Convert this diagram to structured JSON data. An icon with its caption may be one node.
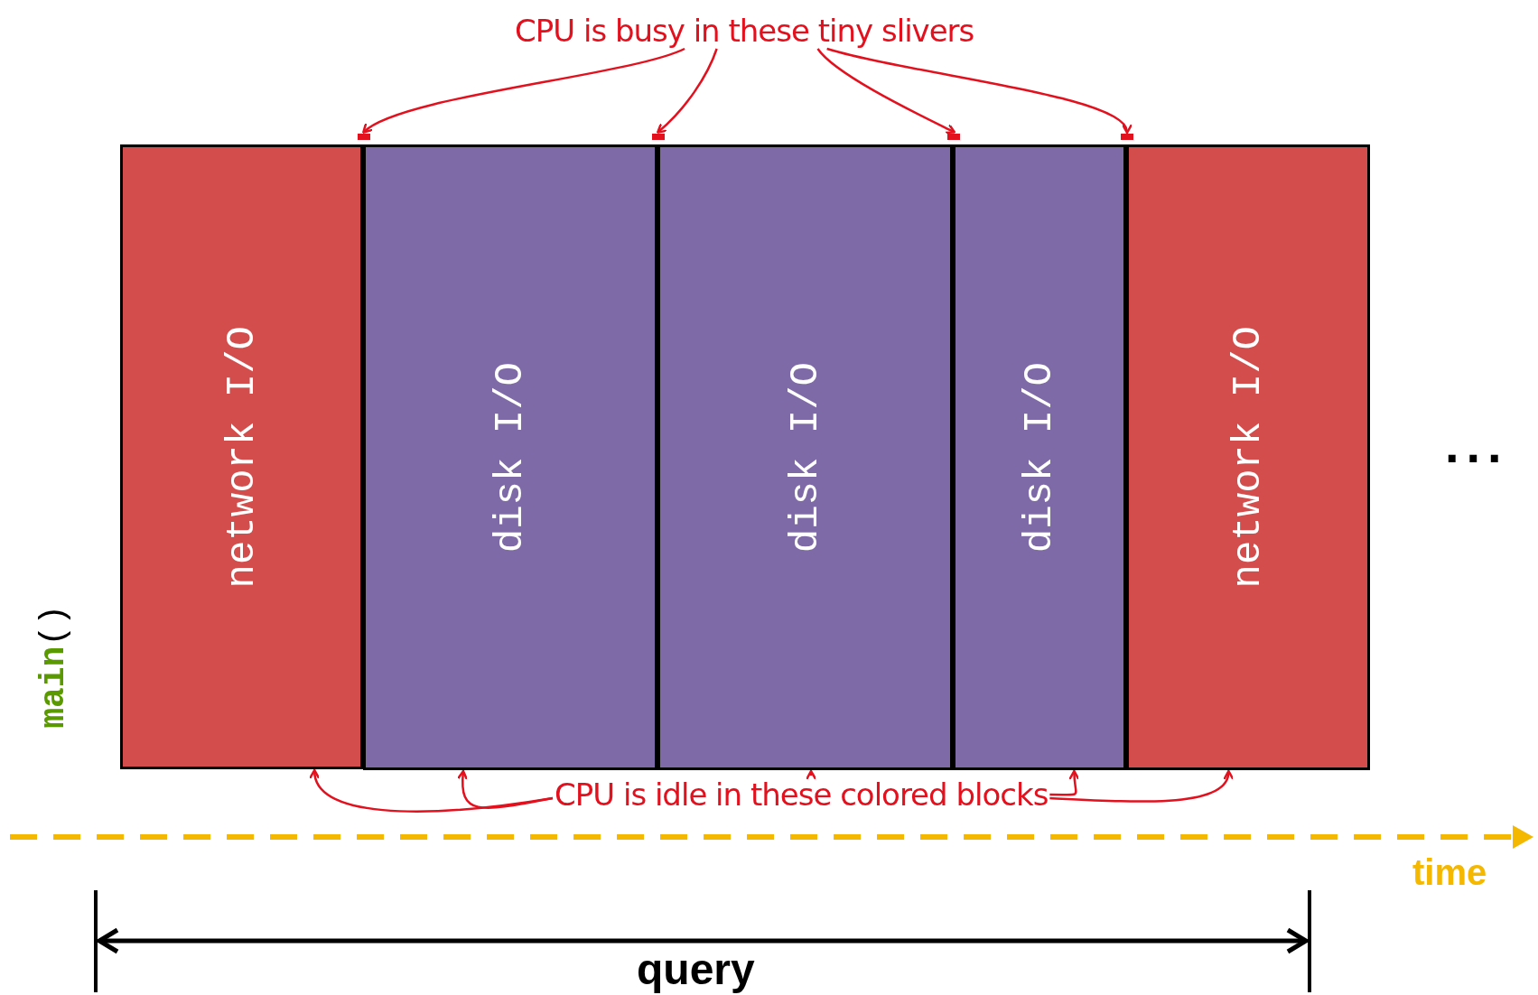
{
  "diagram": {
    "nodes": [
      {
        "text": [
          "network I/O"
        ]
      },
      {
        "text": [
          "disk I/O"
        ]
      },
      {
        "text": [
          "disk I/O"
        ]
      },
      {
        "text": [
          "disk I/O"
        ]
      },
      {
        "text": [
          "network I/O"
        ]
      },
      {
        "text": [
          "CPU is busy in these tiny slivers"
        ]
      },
      {
        "text": [
          "CPU is idle in these colored blocks"
        ]
      },
      {
        "text": [],
        "shape": "bar"
      },
      {
        "text": [],
        "shape": "bar"
      },
      {
        "text": [],
        "shape": "bar"
      },
      {
        "text": [],
        "shape": "bar"
      }
    ],
    "edges": [
      {
        "from": 5,
        "to": 7,
        "arrow": "to"
      },
      {
        "from": 5,
        "to": 8,
        "arrow": "to"
      },
      {
        "from": 5,
        "to": 9,
        "arrow": "to"
      },
      {
        "from": 5,
        "to": 10,
        "arrow": "to"
      },
      {
        "from": 6,
        "to": 0,
        "arrow": "to"
      },
      {
        "from": 6,
        "to": 1,
        "arrow": "to"
      },
      {
        "from": 6,
        "to": 2,
        "arrow": "to"
      },
      {
        "from": 6,
        "to": 3,
        "arrow": "to"
      },
      {
        "from": 6,
        "to": 4,
        "arrow": "to"
      }
    ],
    "labels": [
      "**main**()",
      "...",
      "time",
      "query"
    ]
  }
}
